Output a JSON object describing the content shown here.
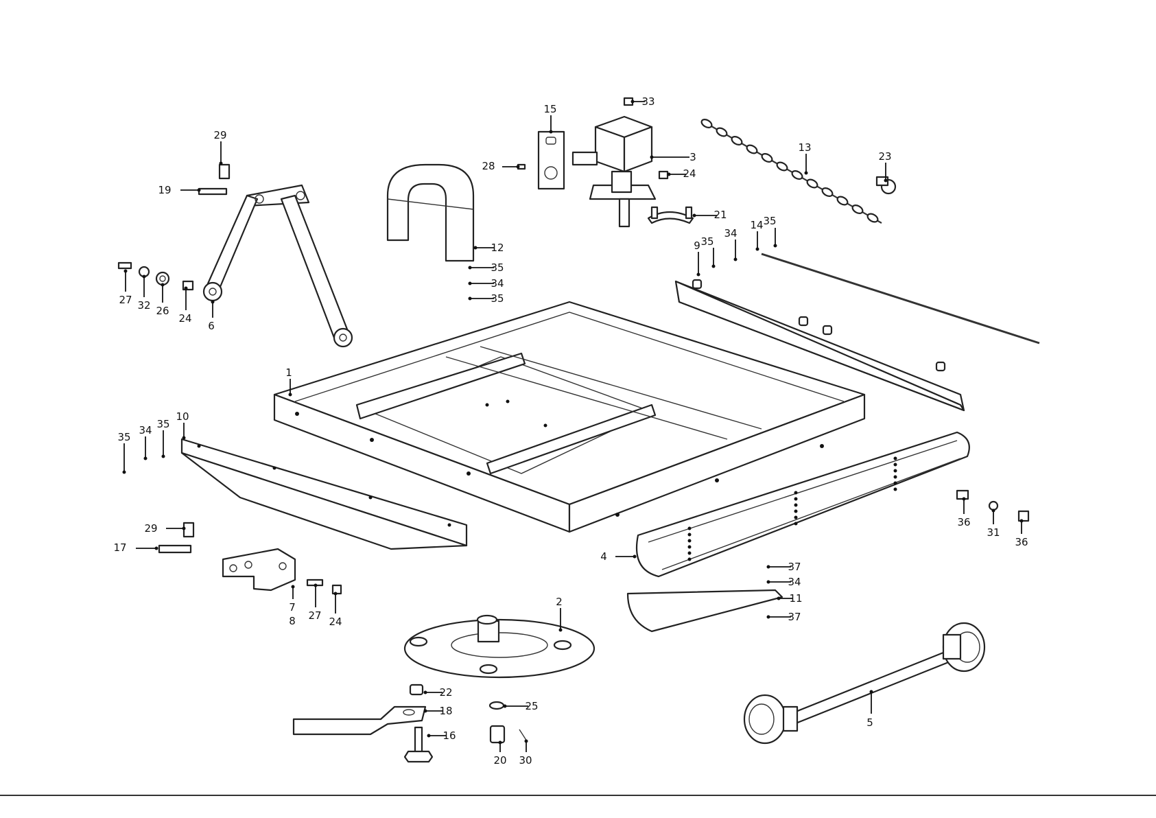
{
  "callouts": [
    {
      "key": "c1",
      "label": "1"
    },
    {
      "key": "c2",
      "label": "2"
    },
    {
      "key": "c3",
      "label": "3"
    },
    {
      "key": "c4",
      "label": "4"
    },
    {
      "key": "c5",
      "label": "5"
    },
    {
      "key": "c6",
      "label": "6"
    },
    {
      "key": "c7",
      "label": "7"
    },
    {
      "key": "c8",
      "label": "8"
    },
    {
      "key": "c9",
      "label": "9"
    },
    {
      "key": "c10",
      "label": "10"
    },
    {
      "key": "c11",
      "label": "11"
    },
    {
      "key": "c12",
      "label": "12"
    },
    {
      "key": "c13",
      "label": "13"
    },
    {
      "key": "c14",
      "label": "14"
    },
    {
      "key": "c15",
      "label": "15"
    },
    {
      "key": "c16",
      "label": "16"
    },
    {
      "key": "c17",
      "label": "17"
    },
    {
      "key": "c18",
      "label": "18"
    },
    {
      "key": "c19",
      "label": "19"
    },
    {
      "key": "c20",
      "label": "20"
    },
    {
      "key": "c21",
      "label": "21"
    },
    {
      "key": "c22",
      "label": "22"
    },
    {
      "key": "c23",
      "label": "23"
    },
    {
      "key": "c24a",
      "label": "24"
    },
    {
      "key": "c24b",
      "label": "24"
    },
    {
      "key": "c24c",
      "label": "24"
    },
    {
      "key": "c25",
      "label": "25"
    },
    {
      "key": "c26",
      "label": "26"
    },
    {
      "key": "c27a",
      "label": "27"
    },
    {
      "key": "c27b",
      "label": "27"
    },
    {
      "key": "c28",
      "label": "28"
    },
    {
      "key": "c29a",
      "label": "29"
    },
    {
      "key": "c29b",
      "label": "29"
    },
    {
      "key": "c30",
      "label": "30"
    },
    {
      "key": "c31",
      "label": "31"
    },
    {
      "key": "c32",
      "label": "32"
    },
    {
      "key": "c33",
      "label": "33"
    },
    {
      "key": "c34a",
      "label": "34"
    },
    {
      "key": "c34b",
      "label": "34"
    },
    {
      "key": "c34c",
      "label": "34"
    },
    {
      "key": "c34d",
      "label": "34"
    },
    {
      "key": "c35a",
      "label": "35"
    },
    {
      "key": "c35b",
      "label": "35"
    },
    {
      "key": "c35c",
      "label": "35"
    },
    {
      "key": "c35d",
      "label": "35"
    },
    {
      "key": "c35e",
      "label": "35"
    },
    {
      "key": "c35f",
      "label": "35"
    },
    {
      "key": "c36a",
      "label": "36"
    },
    {
      "key": "c36b",
      "label": "36"
    },
    {
      "key": "c37a",
      "label": "37"
    },
    {
      "key": "c37b",
      "label": "37"
    }
  ]
}
